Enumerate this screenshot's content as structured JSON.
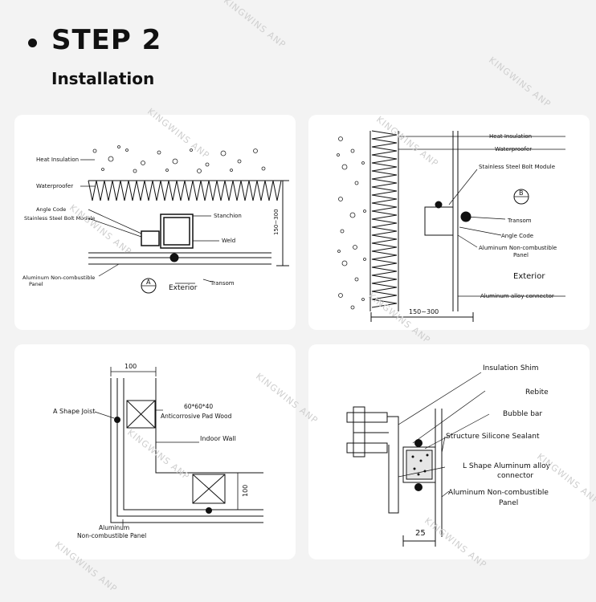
{
  "header": {
    "title": "STEP 2",
    "subtitle": "Installation"
  },
  "watermark": "KINGWINS ANP",
  "panel1": {
    "heat_insulation": "Heat Insulation",
    "waterproofer": "Waterproofer",
    "angle_code": "Angle Code",
    "bolt_module": "Stainless Steel Bolt Module",
    "stanchion": "Stanchion",
    "weld": "Weld",
    "panel_line1": "Aluminum Non-combustible",
    "panel_line2": "Panel",
    "exterior": "Exterior",
    "transom": "Transom",
    "detail_mark": "A",
    "dimension": "150~300"
  },
  "panel2": {
    "heat_insulation": "Heat Insulation",
    "waterproofer": "Waterproofer",
    "bolt_module": "Stainless Steel Bolt Module",
    "transom": "Transom",
    "angle_code": "Angle Code",
    "panel_line1": "Aluminum Non-combustible",
    "panel_line2": "Panel",
    "exterior": "Exterior",
    "connector": "Aluminum alloy connector",
    "detail_mark": "B",
    "dimension": "150~300"
  },
  "panel3": {
    "dimension_top": "100",
    "joist": "A Shape Joist",
    "pad_line1": "60*60*40",
    "pad_line2": "Anticorrosive Pad Wood",
    "indoor_wall": "Indoor Wall",
    "dimension_side": "100",
    "panel_line1": "Aluminum",
    "panel_line2": "Non-combustible Panel"
  },
  "panel4": {
    "shim": "Insulation Shim",
    "rebite": "Rebite",
    "bubble": "Bubble bar",
    "sealant": "Structure Silicone Sealant",
    "connector_line1": "L Shape Aluminum alloy",
    "connector_line2": "connector",
    "panel_line1": "Aluminum Non-combustible",
    "panel_line2": "Panel",
    "dimension": "25"
  }
}
